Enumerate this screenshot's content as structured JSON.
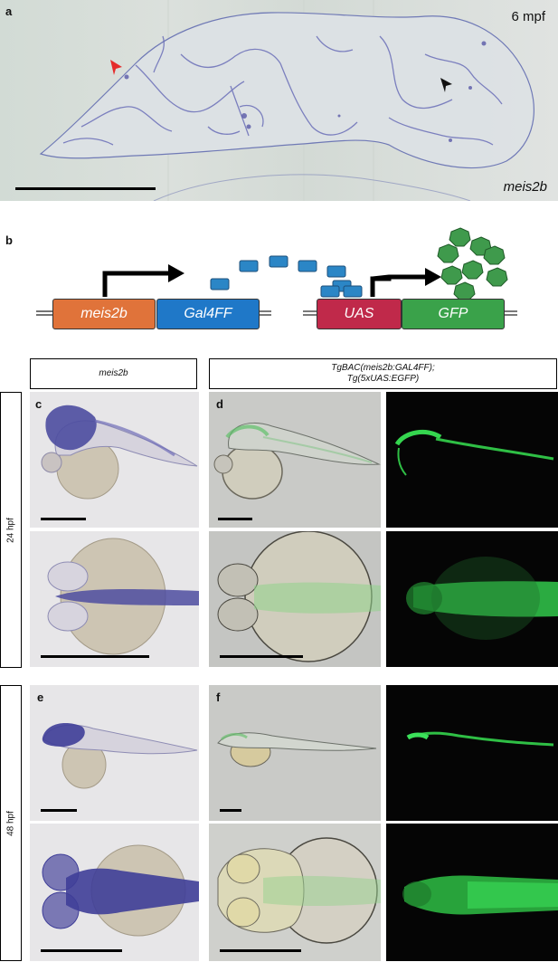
{
  "panel_labels": {
    "a": "a",
    "b": "b",
    "c": "c",
    "d": "d",
    "e": "e",
    "f": "f"
  },
  "panel_a": {
    "stage": "6 mpf",
    "gene": "meis2b"
  },
  "panel_b": {
    "promoter": "meis2b",
    "driver": "Gal4FF",
    "uas": "UAS",
    "reporter": "GFP"
  },
  "headers": {
    "left": "meis2b",
    "right_line1": "TgBAC(meis2b:GAL4FF);",
    "right_line2": "Tg(5xUAS:EGFP)"
  },
  "stages": {
    "top": "24 hpf",
    "bottom": "48 hpf"
  },
  "colors": {
    "promoter": "#e0733a",
    "driver": "#1f78c8",
    "uas": "#c0294a",
    "reporter": "#3aa24a",
    "protein": "#2b86c6",
    "gfp_protein": "#3f9a4c",
    "stain": "#4a4aa0",
    "fluor": "#3be05a"
  }
}
